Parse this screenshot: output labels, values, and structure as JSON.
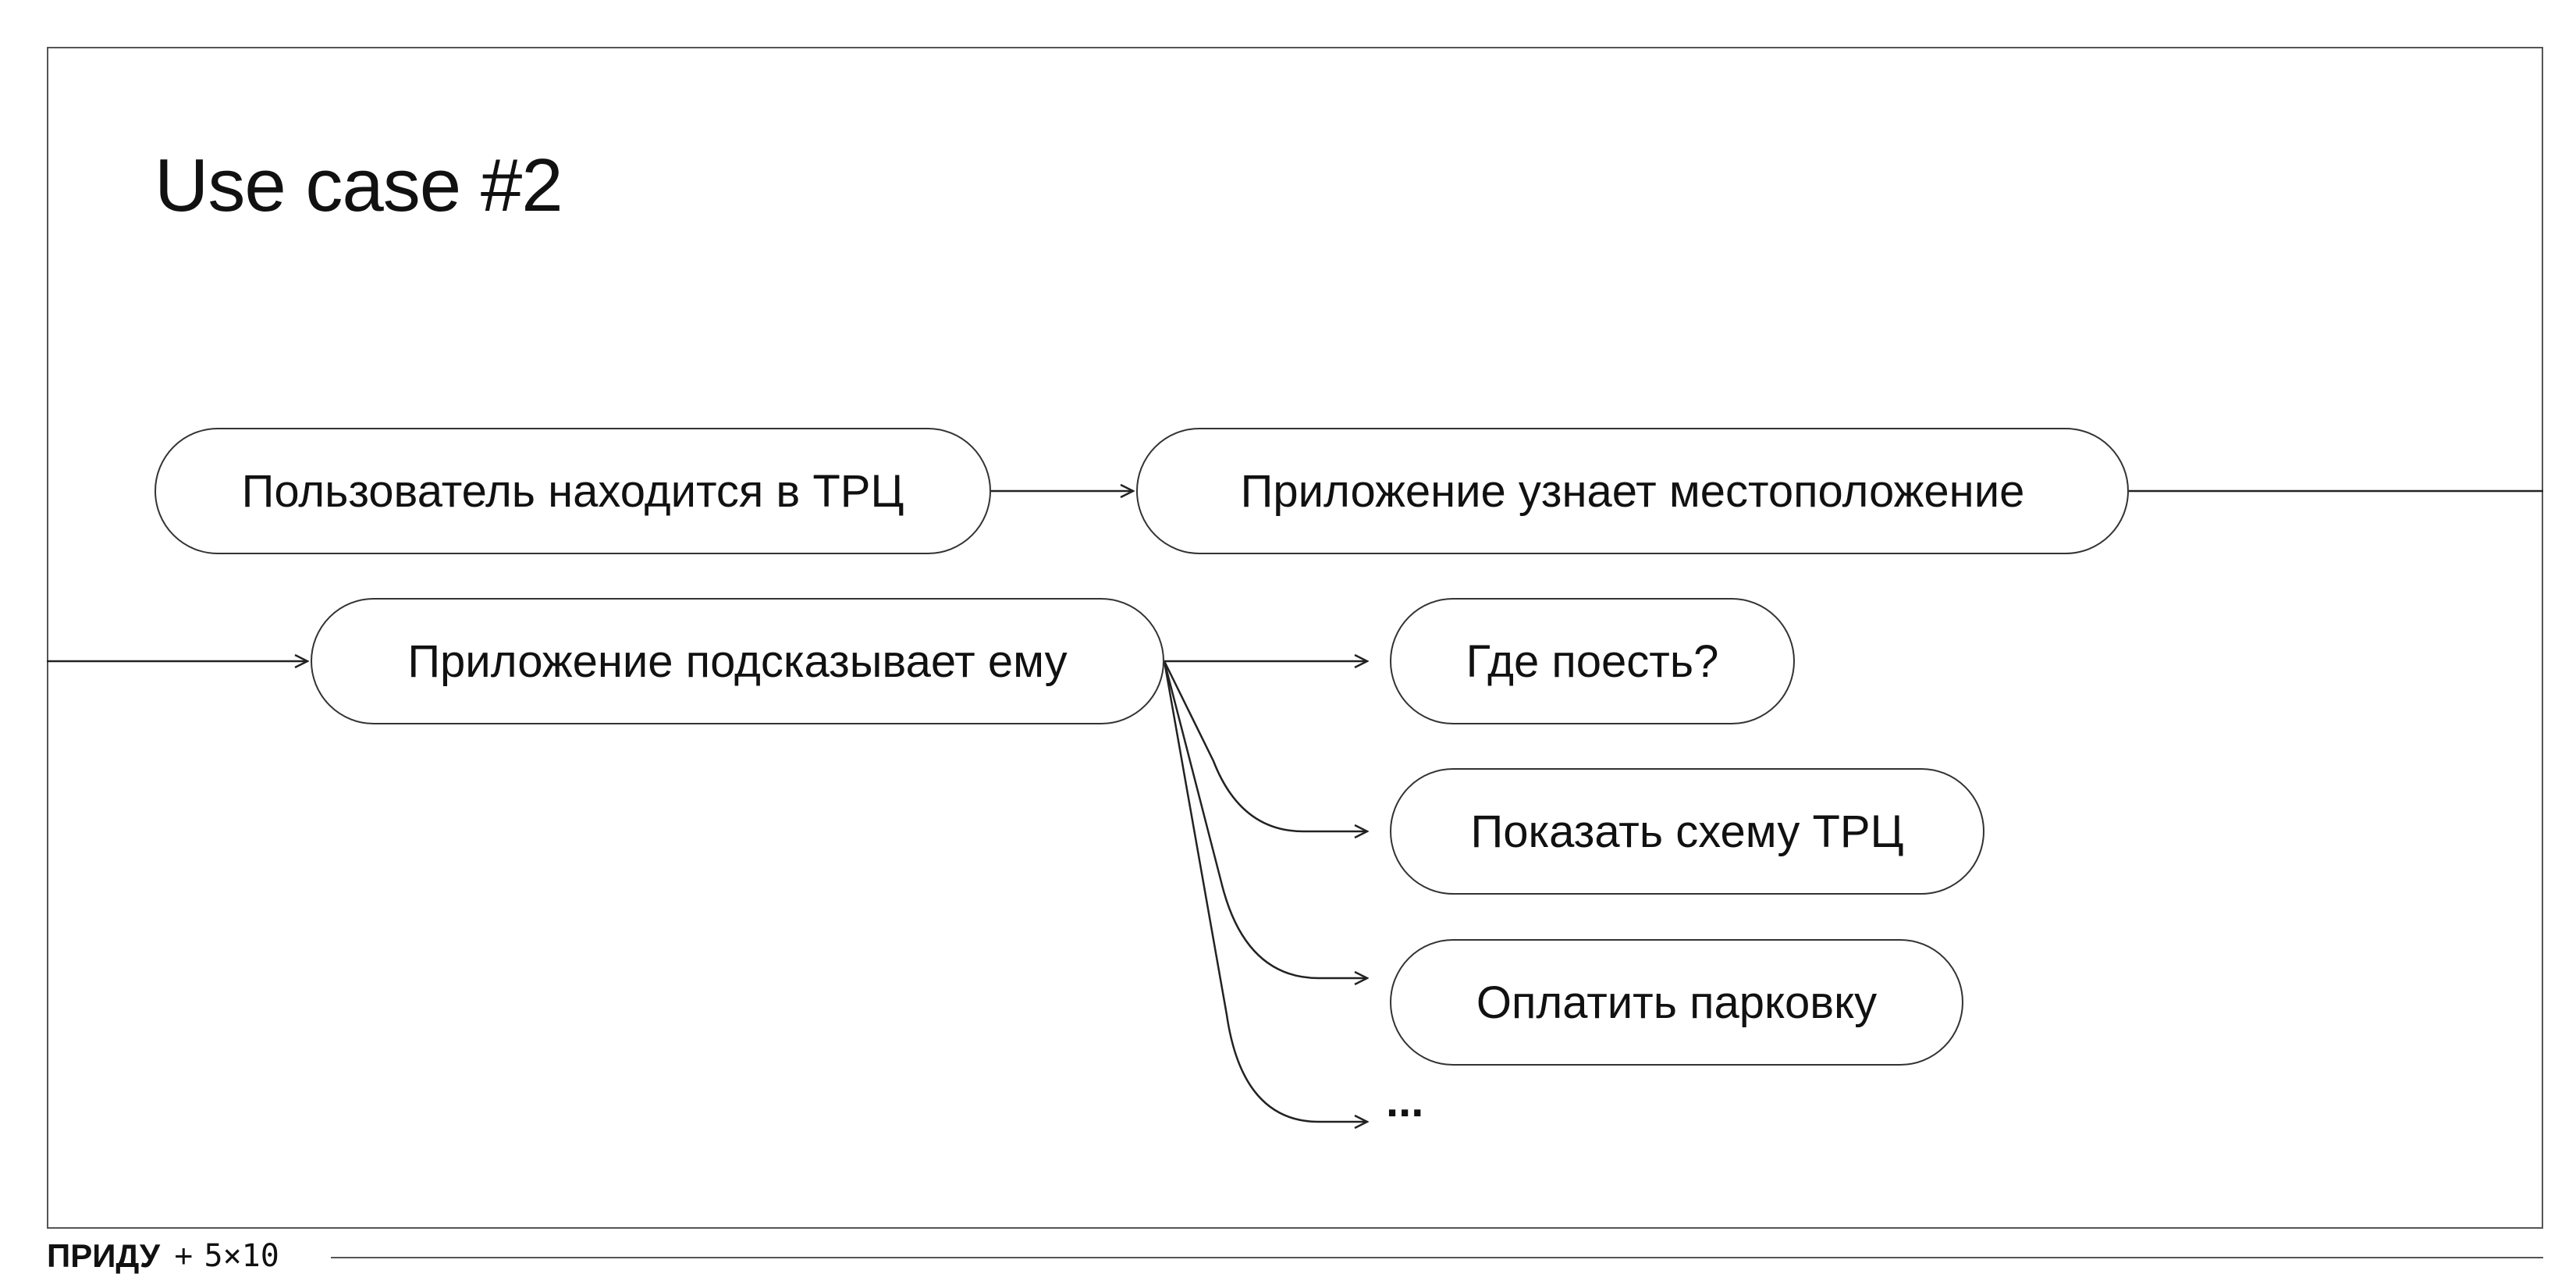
{
  "slide": {
    "title": "Use case #2"
  },
  "flow": {
    "nodes": {
      "user_in_mall": "Пользователь находится в ТРЦ",
      "app_detects_location": "Приложение узнает местоположение",
      "app_suggests": "Приложение подсказывает ему",
      "where_to_eat": "Где поесть?",
      "show_mall_map": "Показать схему ТРЦ",
      "pay_parking": "Оплатить парковку",
      "more": "..."
    }
  },
  "footer": {
    "brand": "ПРИДУ",
    "plus": "+",
    "partner": "5×10"
  }
}
